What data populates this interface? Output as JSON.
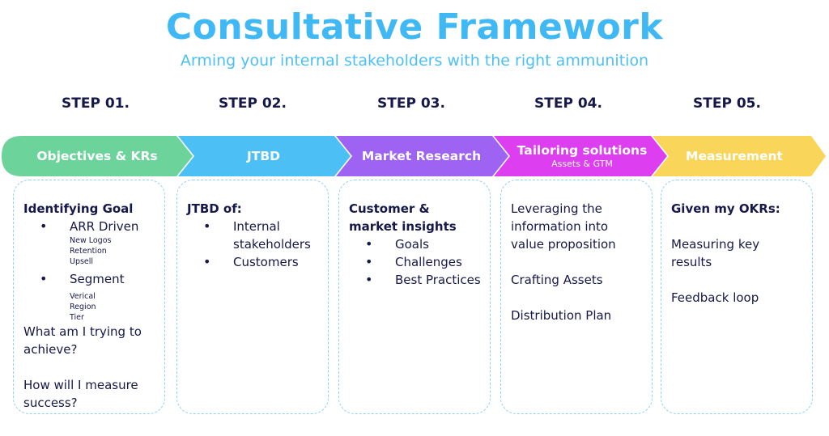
{
  "title": "Consultative Framework",
  "subtitle": "Arming your internal stakeholders with the right ammunition",
  "steps": [
    {
      "step": "STEP 01.",
      "name": "Objectives & KRs",
      "color": "#6cd39b",
      "card": {
        "heading": "Identifying Goal",
        "bullet1": "ARR Driven",
        "sub1": [
          "New Logos",
          "Retention",
          "Upsell"
        ],
        "bullet2": "Segment",
        "sub2": [
          "Verical",
          "Region",
          "Tier"
        ],
        "q1": "What am I trying to achieve?",
        "q2": "How will I measure success?"
      }
    },
    {
      "step": "STEP 02.",
      "name": "JTBD",
      "color": "#4cc0f5",
      "card": {
        "heading": "JTBD of:",
        "bullets": [
          "Internal stakeholders",
          "Customers"
        ]
      }
    },
    {
      "step": "STEP 03.",
      "name": "Market Research",
      "color": "#9e63f2",
      "card": {
        "heading": "Customer & market insights",
        "bullets": [
          "Goals",
          "Challenges",
          "Best Practices"
        ]
      }
    },
    {
      "step": "STEP 04.",
      "name": "Tailoring solutions",
      "sub": "Assets & GTM",
      "color": "#dc3ef0",
      "card": {
        "lines": [
          "Leveraging the information into value proposition",
          "Crafting Assets",
          "Distribution Plan"
        ]
      }
    },
    {
      "step": "STEP 05.",
      "name": "Measurement",
      "color": "#f9d55a",
      "card": {
        "heading": "Given my OKRs:",
        "lines": [
          "Measuring key results",
          "Feedback loop"
        ]
      }
    }
  ]
}
